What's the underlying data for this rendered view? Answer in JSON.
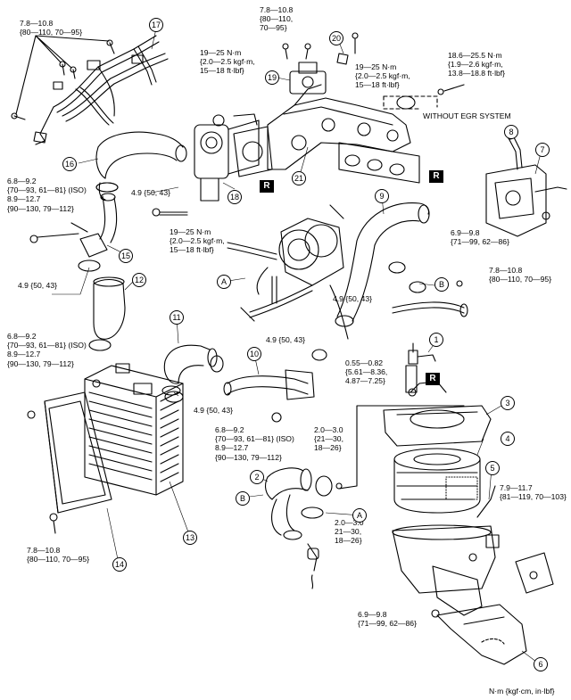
{
  "torques": {
    "t_7_8_top_left": "7.8—10.8\n{80—110, 70—95}",
    "t_7_8_top_center": "7.8—10.8\n{80—110,\n70—95}",
    "t_19_25_upper": "19—25 N·m\n{2.0—2.5 kgf·m,\n15—18 ft·lbf}",
    "t_19_25_right": "19—25 N·m\n{2.0—2.5 kgf·m,\n15—18 ft·lbf}",
    "t_18_6": "18.6—25.5 N·m\n{1.9—2.6 kgf·m,\n13.8—18.8 ft·lbf}",
    "t_6_8_upper": "6.8—9.2\n{70—93, 61—81} (ISO)\n8.9—12.7\n{90—130, 79—112}",
    "t_4_9_a": "4.9 {50, 43}",
    "t_19_25_lower": "19—25 N·m\n{2.0—2.5 kgf·m,\n15—18 ft·lbf}",
    "t_6_9_upper": "6.9—9.8\n{71—99, 62—86}",
    "t_7_8_right": "7.8—10.8\n{80—110, 70—95}",
    "t_4_9_b": "4.9 {50, 43}",
    "t_4_9_c": "4.9 {50, 43}",
    "t_6_8_lower": "6.8—9.2\n{70—93, 61—81} (ISO)\n8.9—12.7\n{90—130, 79—112}",
    "t_4_9_d": "4.9 {50, 43}",
    "t_0_55": "0.55—0.82\n{5.61—8.36,\n4.87—7.25}",
    "t_4_9_e": "4.9 {50, 43}",
    "t_6_8_center": "6.8—9.2\n{70—93, 61—81} (ISO)\n8.9—12.7\n{90—130, 79—112}",
    "t_2_0_upper": "2.0—3.0\n{21—30,\n18—26}",
    "t_7_9": "7.9—11.7\n{81—119, 70—103}",
    "t_2_0_lower": "2.0—3.0\n21—30,\n18—26}",
    "t_7_8_bottom_left": "7.8—10.8\n{80—110, 70—95}",
    "t_6_9_lower": "6.9—9.8\n{71—99, 62—86}"
  },
  "without_egr": "WITHOUT EGR SYSTEM",
  "units": "N·m {kgf·cm, in·lbf}",
  "r_mark": "R",
  "callouts": [
    "1",
    "2",
    "3",
    "4",
    "5",
    "6",
    "7",
    "8",
    "9",
    "10",
    "11",
    "12",
    "13",
    "14",
    "15",
    "16",
    "17",
    "18",
    "19",
    "20",
    "21"
  ],
  "letters": {
    "a": "A",
    "b": "B"
  }
}
